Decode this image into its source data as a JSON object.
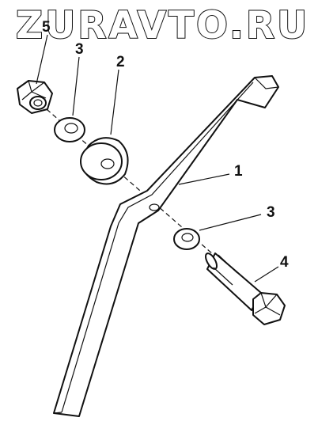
{
  "watermark": {
    "text": "ZURAVTO.RU"
  },
  "callouts": {
    "nut": "5",
    "washer_top": "3",
    "spacer": "2",
    "bracket": "1",
    "washer_bottom": "3",
    "bolt": "4"
  },
  "colors": {
    "ink": "#111111",
    "paper": "#ffffff"
  }
}
